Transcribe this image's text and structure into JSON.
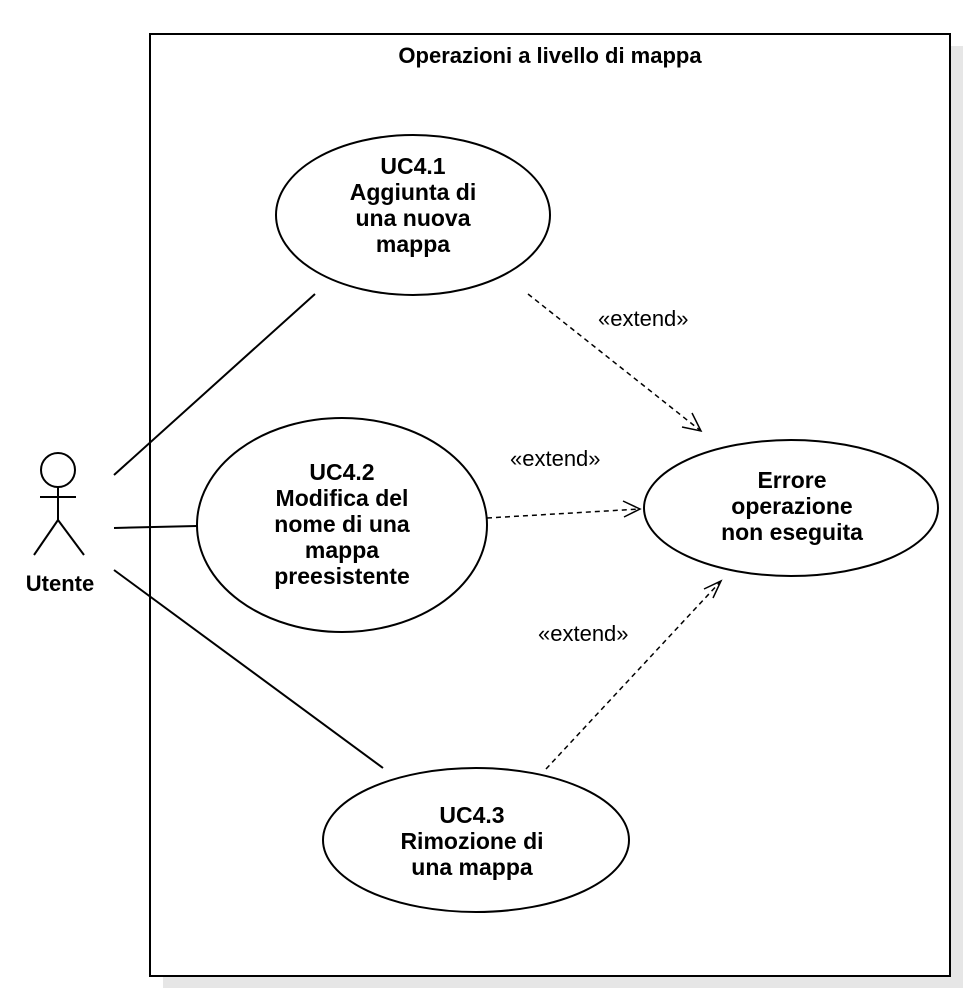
{
  "boundary": {
    "title": "Operazioni a livello di mappa"
  },
  "actor": {
    "name": "Utente"
  },
  "use_cases": {
    "uc41": {
      "lines": [
        "UC4.1",
        "Aggiunta di",
        "una nuova",
        "mappa"
      ]
    },
    "uc42": {
      "lines": [
        "UC4.2",
        "Modifica del",
        "nome di una",
        "mappa",
        "preesistente"
      ]
    },
    "uc43": {
      "lines": [
        "UC4.3",
        "Rimozione di",
        "una mappa"
      ]
    },
    "error": {
      "lines": [
        "Errore",
        "operazione",
        "non eseguita"
      ]
    }
  },
  "relations": {
    "extend_1": "«extend»",
    "extend_2": "«extend»",
    "extend_3": "«extend»"
  }
}
